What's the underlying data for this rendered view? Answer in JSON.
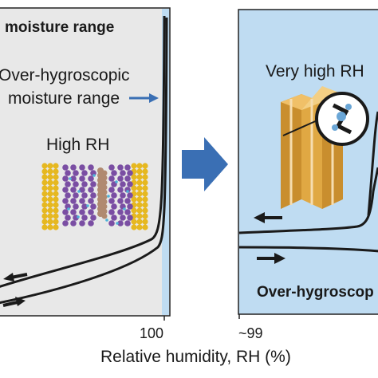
{
  "left_panel": {
    "title": "moisture range",
    "over_hygroscopic_line1": "Over-hygroscopic",
    "over_hygroscopic_line2": "moisture range",
    "high_rh_label": "High RH"
  },
  "right_panel": {
    "very_high_rh_label": "Very high RH",
    "bottom_label": "Over-hygroscop"
  },
  "x_axis": {
    "label": "Relative humidity, RH (%)",
    "tick_left": "100",
    "tick_right": "~99"
  },
  "colors": {
    "left_panel_bg": "#e8e8e8",
    "right_panel_bg": "#bfdcf2",
    "highlight_strip": "#bfdcf2",
    "arrow_blue": "#3a6fb4",
    "curve": "#1a1a1a",
    "lipid_head": "#e6b820",
    "lipid_tail_purple": "#7a4ea3",
    "protein_brown": "#b08a70",
    "water_dot": "#4fb3d9",
    "wood_cell": "#d9a13a"
  }
}
